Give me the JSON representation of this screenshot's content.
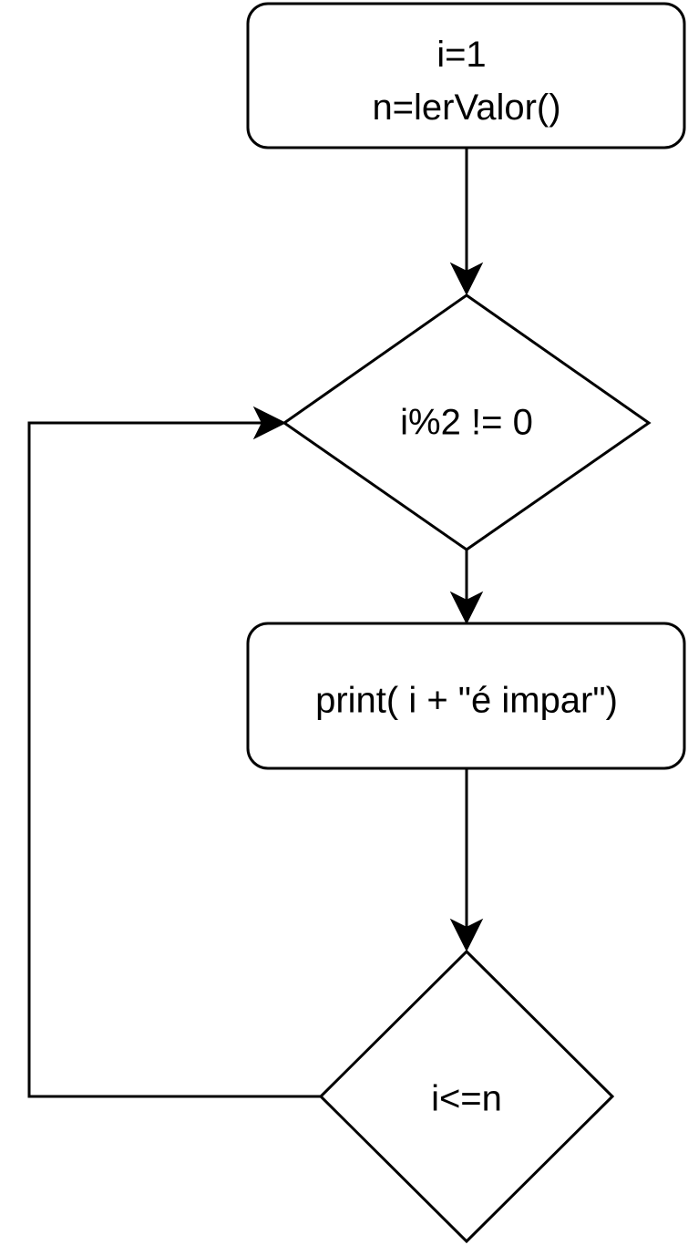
{
  "nodes": {
    "start": {
      "shape": "rounded-rectangle",
      "lines": [
        "i=1",
        "n=lerValor()"
      ]
    },
    "odd_check": {
      "shape": "diamond",
      "label": "i%2 != 0"
    },
    "print_step": {
      "shape": "rounded-rectangle",
      "label": "print( i + \"é impar\")"
    },
    "loop_check": {
      "shape": "diamond",
      "label": "i<=n"
    }
  },
  "colors": {
    "stroke": "#000000",
    "fill": "#ffffff",
    "background": "#ffffff"
  }
}
